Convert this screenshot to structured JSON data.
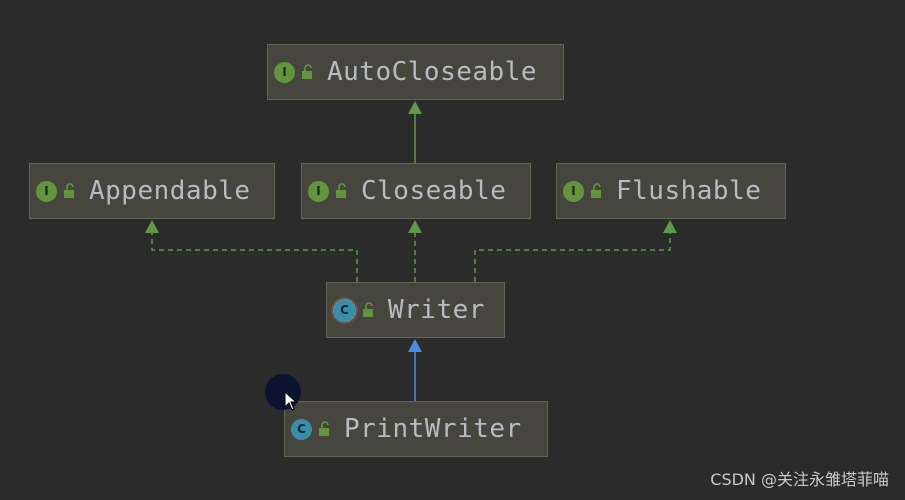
{
  "diagram": {
    "nodes": {
      "autocloseable": {
        "label": "AutoCloseable",
        "kind": "interface",
        "icon": "interface-icon",
        "icon_letter": "I"
      },
      "appendable": {
        "label": "Appendable",
        "kind": "interface",
        "icon": "interface-icon",
        "icon_letter": "I"
      },
      "closeable": {
        "label": "Closeable",
        "kind": "interface",
        "icon": "interface-icon",
        "icon_letter": "I"
      },
      "flushable": {
        "label": "Flushable",
        "kind": "interface",
        "icon": "interface-icon",
        "icon_letter": "I"
      },
      "writer": {
        "label": "Writer",
        "kind": "abstract-class",
        "icon": "abstract-class-icon",
        "icon_letter": "C"
      },
      "printwriter": {
        "label": "PrintWriter",
        "kind": "class",
        "icon": "class-icon",
        "icon_letter": "C"
      }
    },
    "edges": [
      {
        "from": "Closeable",
        "to": "AutoCloseable",
        "relation": "extends"
      },
      {
        "from": "Writer",
        "to": "Appendable",
        "relation": "implements"
      },
      {
        "from": "Writer",
        "to": "Closeable",
        "relation": "implements"
      },
      {
        "from": "Writer",
        "to": "Flushable",
        "relation": "implements"
      },
      {
        "from": "PrintWriter",
        "to": "Writer",
        "relation": "extends"
      }
    ],
    "colors": {
      "background": "#2b2b2b",
      "node_fill": "#46463e",
      "interface_edge": "#5e9a48",
      "class_edge": "#4a8ee0",
      "label": "#b6bcc4"
    }
  },
  "watermark": "CSDN @关注永雏塔菲喵"
}
